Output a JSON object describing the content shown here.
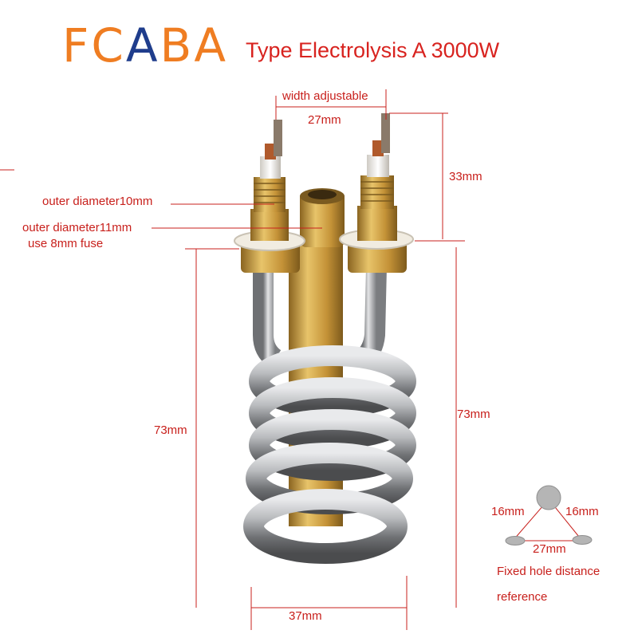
{
  "brand": {
    "logo_text_1": "FC",
    "logo_text_2": "A",
    "logo_text_3": "BA",
    "primary_color": "#ef7d22",
    "secondary_color": "#1f3d8c"
  },
  "title": "Type Electrolysis A 3000W",
  "annotations": {
    "width_adjustable": "width adjustable",
    "top_width": "27mm",
    "terminal_height": "33mm",
    "outer_diameter_10": "outer diameter10mm",
    "outer_diameter_11": "outer diameter11mm",
    "fuse": "use 8mm  fuse",
    "left_height": "73mm",
    "right_height": "73mm",
    "bottom_width": "37mm"
  },
  "hole_diagram": {
    "left_side": "16mm",
    "right_side": "16mm",
    "base": "27mm",
    "caption_line_1": "Fixed hole distance",
    "caption_line_2": "reference"
  },
  "colors": {
    "annotation": "#c8201c",
    "steel": "#a9abae",
    "brass": "#c9a245"
  }
}
